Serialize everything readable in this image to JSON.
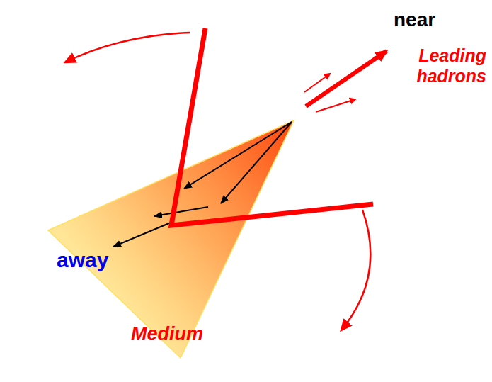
{
  "diagram": {
    "nodes": [
      {
        "text": [
          "away",
          "Medium"
        ]
      }
    ],
    "labels": [
      "near",
      "Leading hadrons"
    ]
  }
}
